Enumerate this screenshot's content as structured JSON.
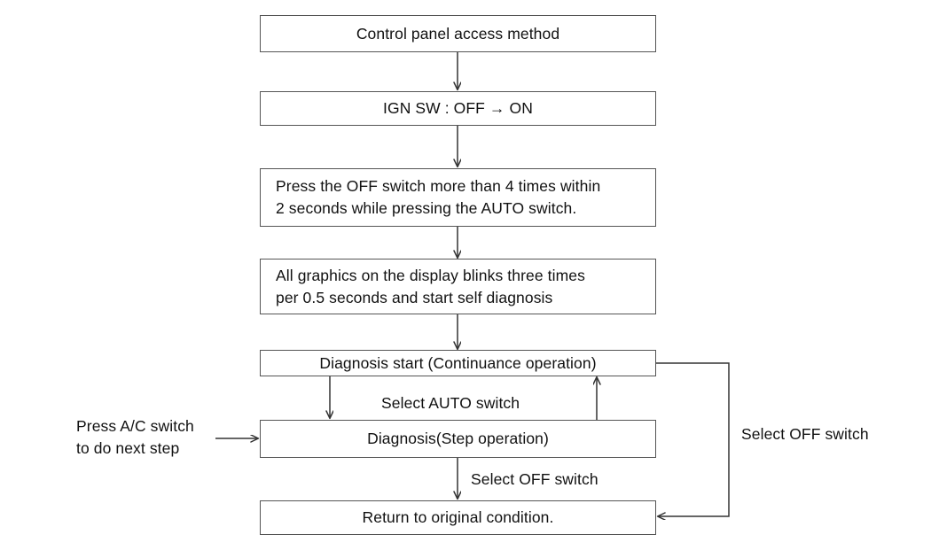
{
  "diagram": {
    "title": "Control panel access method self-diagnosis flow",
    "stroke_color": "#555555",
    "line_color": "#333333",
    "text_color": "#111111",
    "background": "#ffffff",
    "nodes": [
      {
        "id": "n1",
        "text": "Control panel access method",
        "align": "center"
      },
      {
        "id": "n2",
        "text": "IGN SW : OFF → ON",
        "align": "center"
      },
      {
        "id": "n3",
        "text": "Press the OFF switch more than 4 times within\n2 seconds while pressing the AUTO switch.",
        "align": "left"
      },
      {
        "id": "n4",
        "text": "All graphics on the display blinks three times\nper 0.5 seconds and start self diagnosis",
        "align": "left"
      },
      {
        "id": "n5",
        "text": "Diagnosis start (Continuance operation)",
        "align": "center"
      },
      {
        "id": "n6",
        "text": "Diagnosis(Step operation)",
        "align": "center"
      },
      {
        "id": "n7",
        "text": "Return to original condition.",
        "align": "center"
      }
    ],
    "edge_labels": [
      {
        "id": "l1",
        "text": "Select AUTO switch"
      },
      {
        "id": "l2",
        "text": "Select OFF switch"
      },
      {
        "id": "l3",
        "text": "Select OFF switch"
      },
      {
        "id": "l4",
        "text": "Press A/C switch\nto do next step"
      }
    ]
  }
}
